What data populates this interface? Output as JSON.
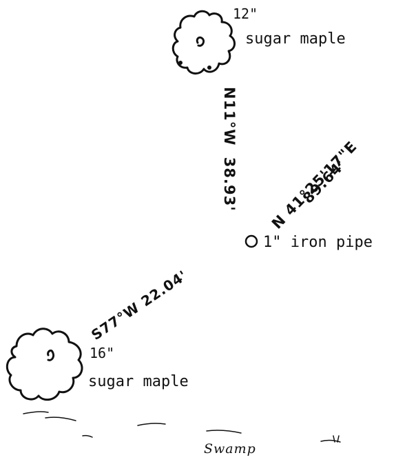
{
  "colors": {
    "ink": "#111111",
    "paper": "#ffffff"
  },
  "trees": [
    {
      "size": "12\"",
      "species": "sugar maple",
      "icon": "tree-canopy-icon"
    },
    {
      "size": "16\"",
      "species": "sugar maple",
      "icon": "tree-canopy-icon"
    }
  ],
  "pipe": {
    "label": "1\" iron pipe",
    "icon": "pipe-circle-icon"
  },
  "bearings": {
    "to_tree_12": {
      "bearing": "N11°W",
      "distance": "38.93'"
    },
    "northeast": {
      "bearing": "N 41°25'17\"E",
      "distance": "89.64'"
    },
    "to_tree_16": {
      "text": "S77°W 22.04'"
    }
  },
  "swamp": {
    "label": "Swamp"
  }
}
